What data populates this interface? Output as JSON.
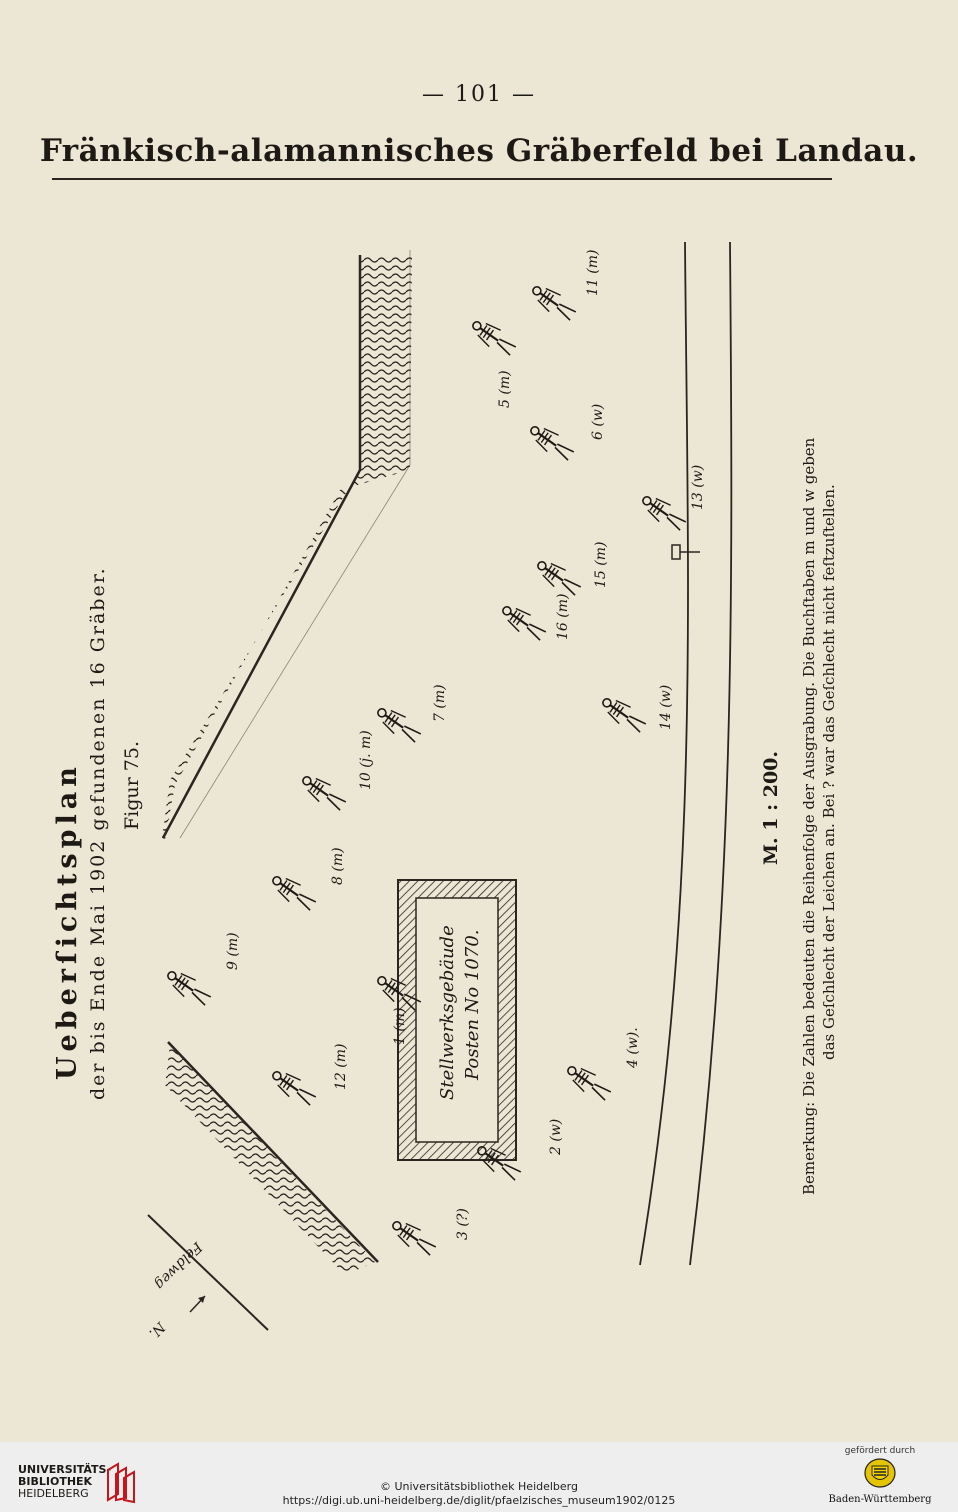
{
  "page": {
    "number": "— 101 —",
    "title": "Fränkisch-alamannisches Gräberfeld bei Landau."
  },
  "figure": {
    "caption_title": "Ueberſichtsplan",
    "caption_sub": "der bis Ende Mai 1902 gefundenen 16 Gräber.",
    "figure_label": "Figur 75.",
    "scale": "M. 1 : 200.",
    "note_line1": "Bemerkung: Die Zahlen bedeuten die Reihenfolge der Ausgrabung. Die Buchſtaben m und w geben",
    "note_line2": "das Geſchlecht der Leichen an. Bei ? war das Geſchlecht nicht feſtzuſtellen.",
    "building_line1": "Stellwerksgebäude",
    "building_line2": "Posten No 1070.",
    "feldweg_label": "Feldweg",
    "north_label": "N.",
    "graves": [
      {
        "label": "1 (m)"
      },
      {
        "label": "2 (w)"
      },
      {
        "label": "3 (?)"
      },
      {
        "label": "4 (w)."
      },
      {
        "label": "5 (m)"
      },
      {
        "label": "6 (w)"
      },
      {
        "label": "7 (m)"
      },
      {
        "label": "8 (m)"
      },
      {
        "label": "9 (m)"
      },
      {
        "label": "10 (j. m)"
      },
      {
        "label": "11 (m)"
      },
      {
        "label": "12 (m)"
      },
      {
        "label": "13 (w)"
      },
      {
        "label": "14 (w)"
      },
      {
        "label": "15 (m)"
      },
      {
        "label": "16 (m)"
      }
    ]
  },
  "footer": {
    "library_line1": "UNIVERSITÄTS-",
    "library_line2": "BIBLIOTHEK",
    "library_line3": "HEIDELBERG",
    "copyright": "© Universitätsbibliothek Heidelberg",
    "url": "https://digi.ub.uni-heidelberg.de/diglit/pfaelzisches_museum1902/0125",
    "funded_label": "gefördert durch",
    "funder_name": "Baden-Württemberg"
  },
  "colors": {
    "paper": "#ece6d4",
    "ink": "#1d1a16",
    "footer": "#eeeeee",
    "logo_red": "#c4161c"
  }
}
